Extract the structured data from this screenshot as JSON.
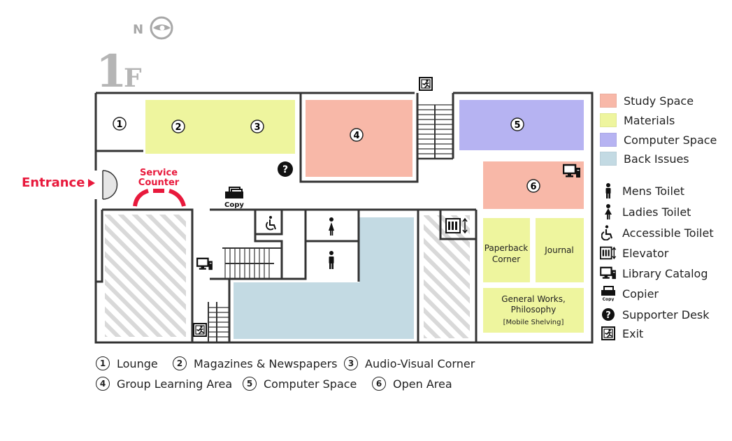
{
  "floor": {
    "number": "1",
    "suffix": "F",
    "north": "N"
  },
  "entrance": "Entrance",
  "service_counter": [
    "Service",
    "Counter"
  ],
  "copy_label": "Copy",
  "rooms": {
    "r1": "1",
    "r2": "2",
    "r3": "3",
    "r4": "4",
    "r5": "5",
    "r6": "6",
    "paperback": [
      "Paperback",
      "Corner"
    ],
    "journal": "Journal",
    "general": [
      "General Works,",
      "Philosophy",
      "[Mobile Shelving]"
    ]
  },
  "legend": [
    {
      "label": "Study Space",
      "color": "#f8b8a8",
      "type": "swatch"
    },
    {
      "label": "Materials",
      "color": "#eef59e",
      "type": "swatch"
    },
    {
      "label": "Computer Space",
      "color": "#b6b3f2",
      "type": "swatch"
    },
    {
      "label": "Back Issues",
      "color": "#c3dae3",
      "type": "swatch"
    },
    {
      "label": "Mens Toilet",
      "icon": "mens-toilet-icon",
      "type": "icon"
    },
    {
      "label": "Ladies Toilet",
      "icon": "ladies-toilet-icon",
      "type": "icon"
    },
    {
      "label": "Accessible Toilet",
      "icon": "accessible-toilet-icon",
      "type": "icon"
    },
    {
      "label": "Elevator",
      "icon": "elevator-icon",
      "type": "icon"
    },
    {
      "label": "Library Catalog",
      "icon": "library-catalog-icon",
      "type": "icon"
    },
    {
      "label": "Copier",
      "icon": "copier-icon",
      "type": "icon"
    },
    {
      "label": "Supporter Desk",
      "icon": "supporter-desk-icon",
      "type": "icon"
    },
    {
      "label": "Exit",
      "icon": "exit-icon",
      "type": "icon"
    }
  ],
  "keys": [
    {
      "num": "1",
      "label": "Lounge"
    },
    {
      "num": "2",
      "label": "Magazines & Newspapers"
    },
    {
      "num": "3",
      "label": "Audio-Visual Corner"
    },
    {
      "num": "4",
      "label": "Group Learning Area"
    },
    {
      "num": "5",
      "label": "Computer Space"
    },
    {
      "num": "6",
      "label": "Open Area"
    }
  ],
  "colors": {
    "study": "#f8b8a8",
    "materials": "#eef59e",
    "computer": "#b6b3f2",
    "back_issues": "#c3dae3",
    "entrance": "#e8193c",
    "wall": "#333333",
    "floor_label": "#b5b5b5"
  }
}
